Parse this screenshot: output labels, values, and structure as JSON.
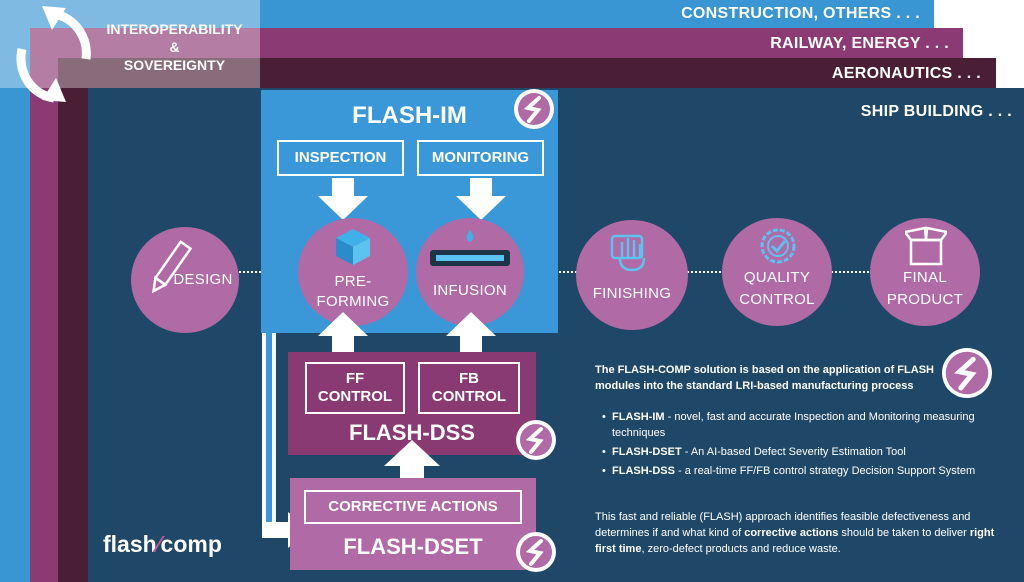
{
  "bands": {
    "construction": "CONSTRUCTION, OTHERS . . .",
    "railway": "RAILWAY, ENERGY . . .",
    "aeronautics": "AERONAUTICS . . .",
    "ship": "SHIP BUILDING . . ."
  },
  "interop": {
    "line1": "INTEROPERABILITY",
    "line2": "&",
    "line3": "SOVEREIGNTY"
  },
  "flash_im": {
    "title": "FLASH-IM",
    "inspection": "INSPECTION",
    "monitoring": "MONITORING"
  },
  "process": {
    "design": "DESIGN",
    "preforming_1": "PRE-",
    "preforming_2": "FORMING",
    "infusion": "INFUSION",
    "finishing": "FINISHING",
    "quality_1": "QUALITY",
    "quality_2": "CONTROL",
    "final_1": "FINAL",
    "final_2": "PRODUCT"
  },
  "flash_dss": {
    "title": "FLASH-DSS",
    "ff_1": "FF",
    "ff_2": "CONTROL",
    "fb_1": "FB",
    "fb_2": "CONTROL"
  },
  "flash_dset": {
    "title": "FLASH-DSET",
    "corrective": "CORRECTIVE ACTIONS"
  },
  "logo": {
    "left": "flash",
    "right": "comp"
  },
  "description": {
    "intro": "The FLASH-COMP solution is based on the application of FLASH modules into the standard LRI-based manufacturing process",
    "b1_name": "FLASH-IM",
    "b1_text": " - novel, fast and accurate Inspection and Monitoring measuring techniques",
    "b2_name": "FLASH-DSET",
    "b2_text": " - An AI-based Defect Severity Estimation Tool",
    "b3_name": "FLASH-DSS",
    "b3_text": " - a real-time FF/FB control strategy Decision Support System",
    "p1": "This fast and reliable (FLASH) approach identifies feasible defectiveness and determines if and what kind of ",
    "p2": "corrective actions",
    "p3": " should be taken to deliver ",
    "p4": "right first time",
    "p5": ", zero-defect products and reduce  waste."
  },
  "colors": {
    "blue_band": "#3a95d3",
    "purple_band": "#8c3a73",
    "dark_band": "#4a1e35",
    "navy": "#1f4868",
    "im_blue": "#3a98d8",
    "circle": "#b06aa6",
    "dss": "#8a3a72",
    "dset": "#b06aa6"
  }
}
